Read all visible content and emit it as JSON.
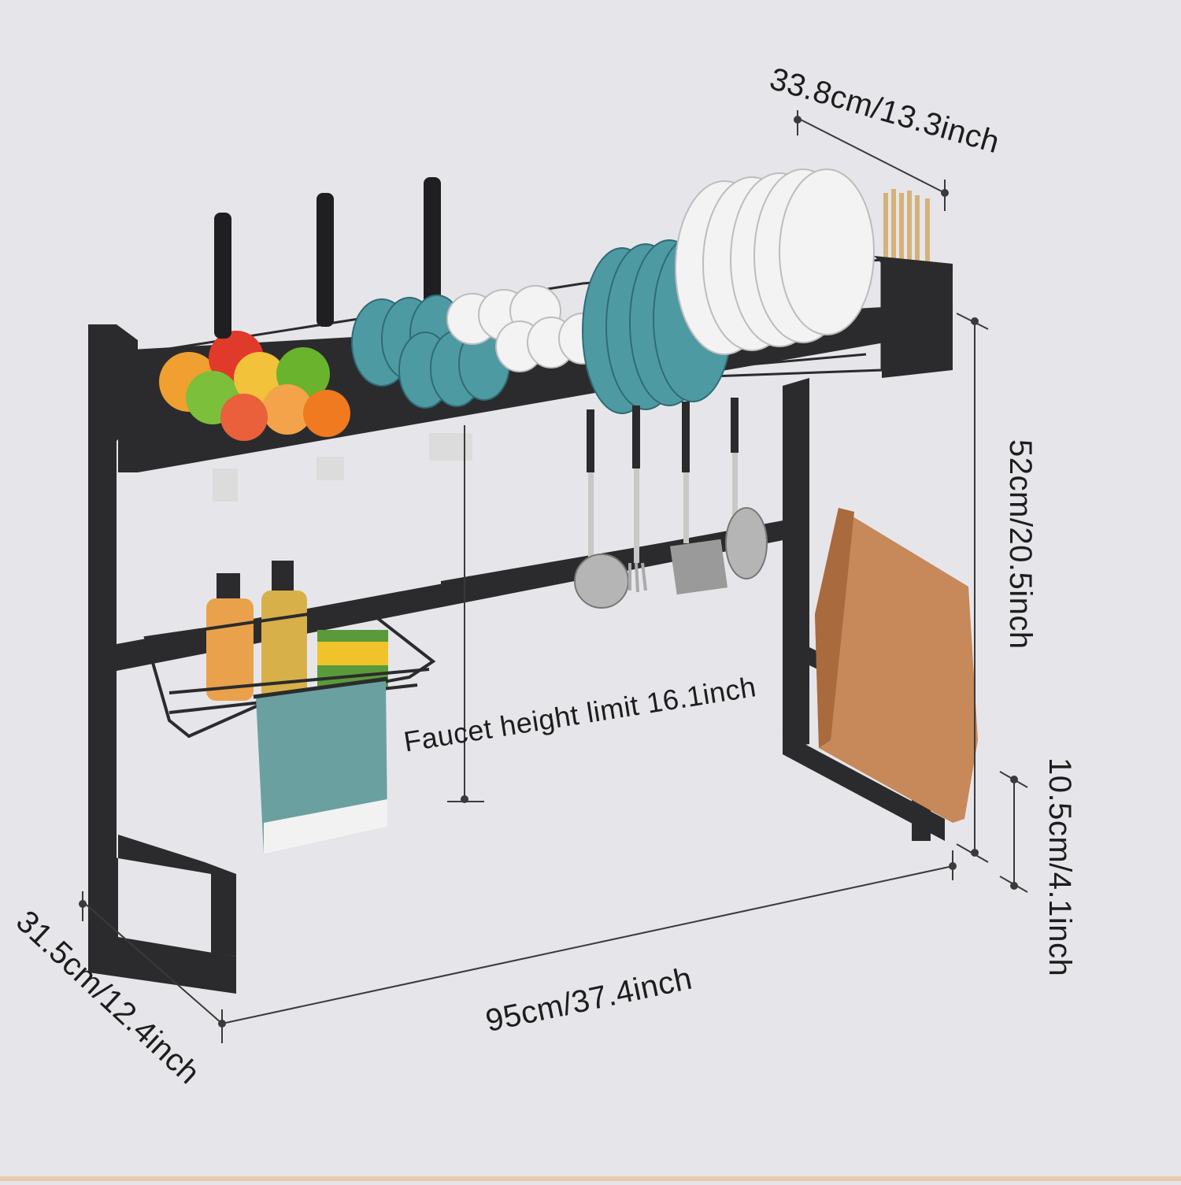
{
  "dimensions": {
    "top_depth": "33.8cm/13.3inch",
    "height": "52cm/20.5inch",
    "faucet_limit": "Faucet height limit 16.1inch",
    "leg_height": "10.5cm/4.1inch",
    "width": "95cm/37.4inch",
    "bottom_depth": "31.5cm/12.4inch"
  },
  "colors": {
    "background": "#e6e6ea",
    "frame": "#2b2b2d",
    "dim_line": "#3a3a3a",
    "plate_teal": "#4e9aa3",
    "plate_white": "#f3f3f3",
    "board": "#c7885a",
    "towel": "#6aa0a0"
  }
}
